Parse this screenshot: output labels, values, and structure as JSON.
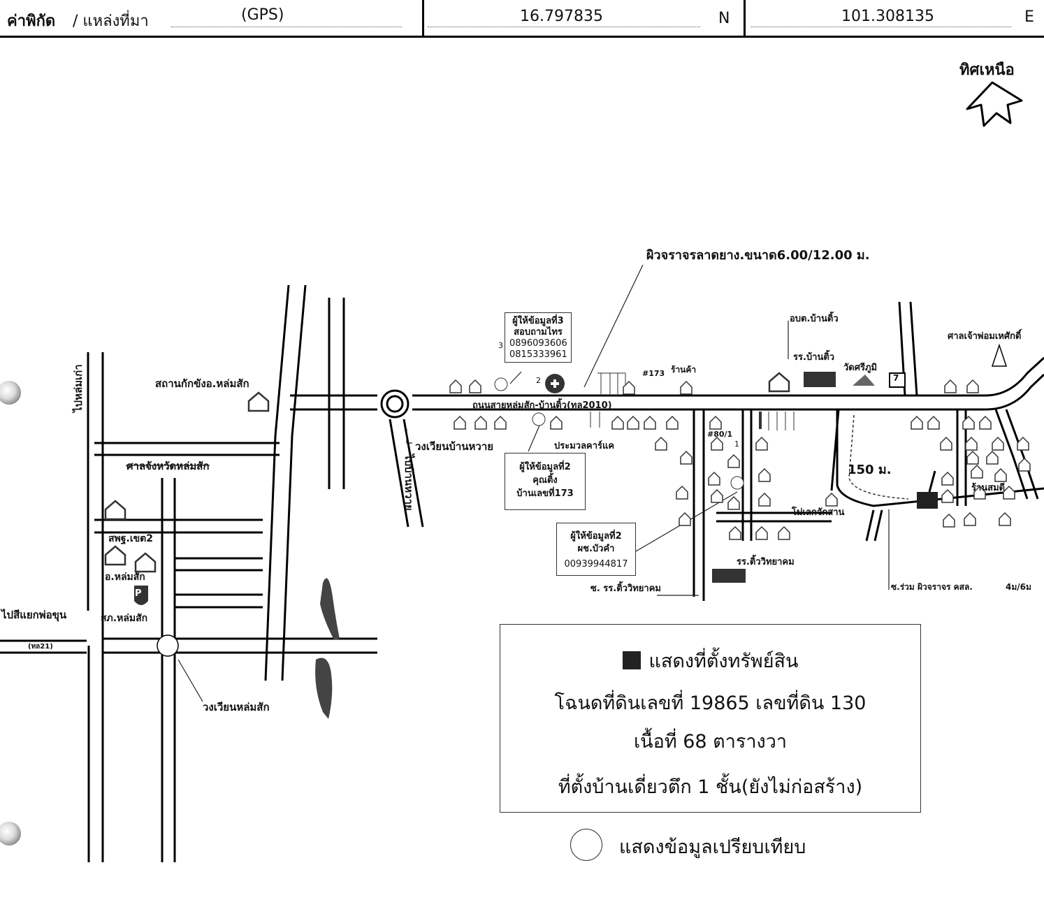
{
  "header": {
    "label_bold": "ค่าพิกัด",
    "label_rest": " / แหล่งที่มา",
    "source": "(GPS)",
    "latitude": "16.797835",
    "lat_dir": "N",
    "longitude": "101.308135",
    "lon_dir": "E"
  },
  "north": {
    "label": "ทิศเหนือ"
  },
  "map": {
    "road_surface_note": "ผิวจราจรลาดยาง.ขนาด6.00/12.00 ม.",
    "main_road": "ถนนสายหล่มสัก-บ้านติ้ว(ทล2010)",
    "highway21": "(ทล21)",
    "labels": {
      "jail": "สถานกักขังอ.หล่มสัก",
      "court": "ศาลจังหวัดหล่มสัก",
      "to_old_lomsak": "ไปหล่มเก่า",
      "to_phokhun": "ไปสีแยกพ่อขุน",
      "samrun": "สพฐ.เขต2",
      "district_office": "อ.หล่มสัก",
      "police": "สภ.หล่มสัก",
      "lomsak_roundabout": "วงเวียนหล่มสัก",
      "banwai_roundabout": "วงเวียนบ้านหวาย",
      "to_banwai": "ไปบ้านหวาย",
      "carcare": "ประมวลคาร์แค",
      "house173": "#173",
      "shop1": "ร้านค้า",
      "house80": "#80/1",
      "sao_bantiu": "อบต.บ้านติ้ว",
      "school_bantiu": "รร.บ้านติ้ว",
      "wat": "วัดศรีภูมิ",
      "shrine": "ศาลเจ้าพ่อมเหศักดิ์",
      "distance": "150 ม.",
      "sawmill": "โม่เลกจักสาน",
      "shop2": "ร้านสมดี",
      "school_tiu": "รร.ติ้ววิทยาคม",
      "soi_school": "ซ. รร.ติ้ววิทยาคม",
      "soi_join": "ซ.ร่วม ผิวจราจร คสล.",
      "soi_join_size": "4ม/6ม",
      "seven": "7",
      "parking": "P"
    },
    "informant3": {
      "title": "ผู้ให้ข้อมูลที่3",
      "name": "สอบถามไทร",
      "phone1": "0896093606",
      "phone2": "0815333961",
      "num": "3"
    },
    "informant2": {
      "title": "ผู้ให้ข้อมูลที่2",
      "name": "คุณติ้ง",
      "house": "บ้านเลขที่173",
      "num": "2"
    },
    "informant1": {
      "title": "ผู้ให้ข้อมูลที่2",
      "name": "ผช.บัวคำ",
      "phone": "00939944817",
      "num": "1"
    }
  },
  "legend": {
    "line1": "แสดงที่ตั้งทรัพย์สิน",
    "line2": "โฉนดที่ดินเลขที่ 19865 เลขที่ดิน 130",
    "line3": "เนื้อที่  68 ตารางวา",
    "line4": "ที่ตั้งบ้านเดี่ยวตึก 1  ชั้น(ยังไม่ก่อสร้าง)"
  },
  "compare_legend": "แสดงข้อมูลเปรียบเทียบ"
}
